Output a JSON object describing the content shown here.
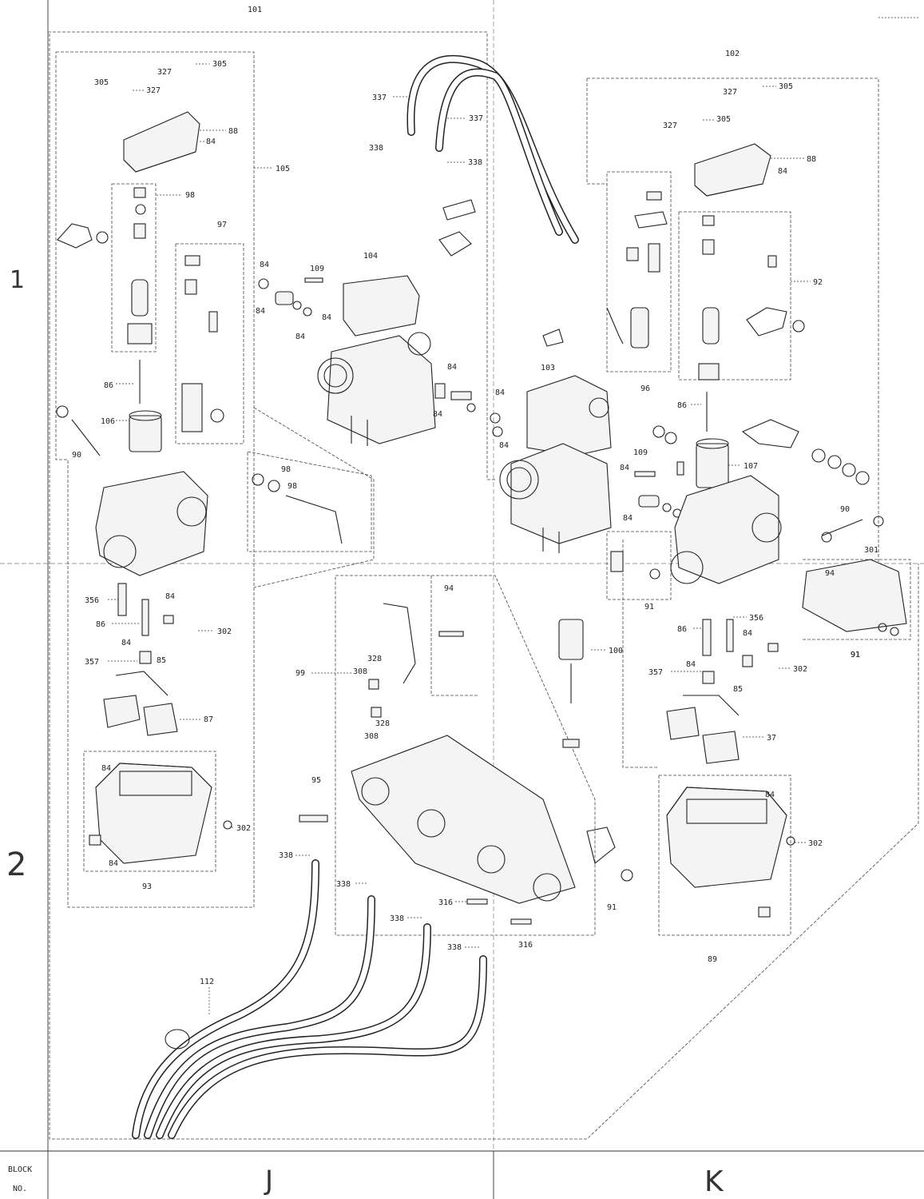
{
  "diagram": {
    "block_caption": [
      "BLOCK",
      "NO."
    ],
    "zone_rows": [
      "1",
      "2"
    ],
    "zone_columns": [
      "J",
      "K"
    ],
    "callouts": [
      "101",
      "102",
      "305",
      "327",
      "305",
      "327",
      "305",
      "327",
      "305",
      "327",
      "88",
      "84",
      "88",
      "84",
      "105",
      "98",
      "98",
      "97",
      "92",
      "337",
      "337",
      "338",
      "338",
      "104",
      "103",
      "109",
      "109",
      "84",
      "84",
      "84",
      "84",
      "84",
      "84",
      "84",
      "84",
      "84",
      "84",
      "86",
      "86",
      "106",
      "107",
      "90",
      "90",
      "96",
      "98",
      "91",
      "91",
      "356",
      "86",
      "84",
      "302",
      "357",
      "84",
      "85",
      "87",
      "356",
      "86",
      "84",
      "302",
      "357",
      "84",
      "85",
      "37",
      "84",
      "302",
      "93",
      "84",
      "302",
      "84",
      "89",
      "94",
      "94",
      "301",
      "91",
      "328",
      "308",
      "328",
      "308",
      "99",
      "100",
      "95",
      "338",
      "338",
      "338",
      "338",
      "316",
      "316",
      "112",
      "91"
    ]
  }
}
